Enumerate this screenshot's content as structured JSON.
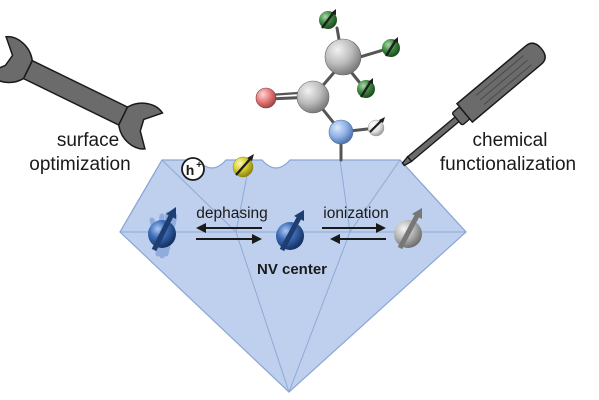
{
  "labels": {
    "left_line1": "surface",
    "left_line2": "optimization",
    "right_line1": "chemical",
    "right_line2": "functionalization",
    "hole": "h",
    "hole_charge": "+",
    "dephasing": "dephasing",
    "ionization": "ionization",
    "nv_center": "NV center"
  },
  "icons": {
    "left_tool": "wrench-icon",
    "right_tool": "screwdriver-icon"
  },
  "colors": {
    "diamond_fill": "#b3c8ea",
    "diamond_edge": "#8aa6d4",
    "nv_blue": "#2f5fa8",
    "gray_spin": "#9a9a9a",
    "yellow_spin": "#e0d640",
    "green_atom": "#3f8a42",
    "red_atom": "#e57878",
    "tool_gray": "#6b6b6b"
  }
}
